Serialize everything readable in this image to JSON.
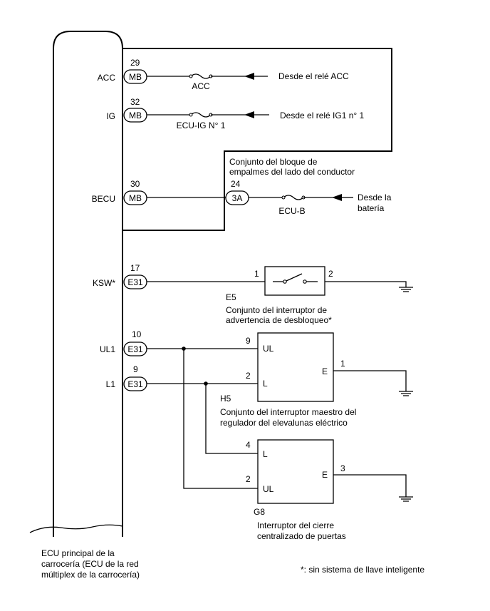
{
  "ecu_label": [
    "ECU principal de la",
    "carrocería (ECU de la red",
    "múltiplex de la carrocería)"
  ],
  "pins": [
    {
      "signal": "ACC",
      "number": "29",
      "connector": "MB"
    },
    {
      "signal": "IG",
      "number": "32",
      "connector": "MB"
    },
    {
      "signal": "BECU",
      "number": "30",
      "connector": "MB"
    },
    {
      "signal": "KSW*",
      "number": "17",
      "connector": "E31"
    },
    {
      "signal": "UL1",
      "number": "10",
      "connector": "E31"
    },
    {
      "signal": "L1",
      "number": "9",
      "connector": "E31"
    }
  ],
  "fuses": {
    "acc": "ACC",
    "ig": "ECU-IG N° 1",
    "ecub": "ECU-B"
  },
  "sources": {
    "acc": "Desde el relé ACC",
    "ig": "Desde el relé IG1 n° 1",
    "battery": [
      "Desde la",
      "batería"
    ]
  },
  "junction_block": {
    "label": [
      "Conjunto del bloque de",
      "empalmes del lado del conductor"
    ],
    "pin_number": "24",
    "connector": "3A"
  },
  "e5": {
    "code": "E5",
    "label": [
      "Conjunto del interruptor de",
      "advertencia de desbloqueo*"
    ],
    "pin_left": "1",
    "pin_right": "2"
  },
  "h5": {
    "code": "H5",
    "label": [
      "Conjunto del interruptor maestro del",
      "regulador del elevalunas eléctrico"
    ],
    "pin_ul": "9",
    "term_ul": "UL",
    "pin_l": "2",
    "term_l": "L",
    "pin_e": "1",
    "term_e": "E"
  },
  "g8": {
    "code": "G8",
    "label": [
      "Interruptor del cierre",
      "centralizado de puertas"
    ],
    "pin_l": "4",
    "term_l": "L",
    "pin_ul": "2",
    "term_ul": "UL",
    "pin_e": "3",
    "term_e": "E"
  },
  "footnote": "*: sin sistema de llave inteligente"
}
